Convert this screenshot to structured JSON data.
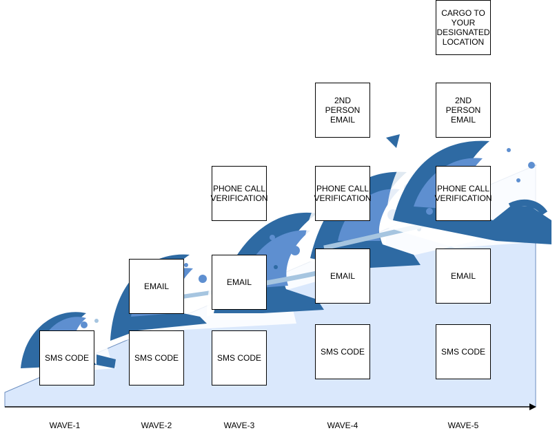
{
  "colors": {
    "ramp_fill": "#dae8fc",
    "wave_dark": "#2e6aa3",
    "wave_mid": "#5e8fd0",
    "wave_light": "#a6c5e0",
    "foam": "#ffffff",
    "axis": "#000000"
  },
  "waves": [
    {
      "label": "WAVE-1",
      "boxes": [
        "SMS CODE"
      ]
    },
    {
      "label": "WAVE-2",
      "boxes": [
        "SMS CODE",
        "EMAIL"
      ]
    },
    {
      "label": "WAVE-3",
      "boxes": [
        "SMS CODE",
        "EMAIL",
        "PHONE CALL VERIFICATION"
      ]
    },
    {
      "label": "WAVE-4",
      "boxes": [
        "SMS CODE",
        "EMAIL",
        "PHONE CALL VERIFICATION",
        "2ND PERSON EMAIL"
      ]
    },
    {
      "label": "WAVE-5",
      "boxes": [
        "SMS CODE",
        "EMAIL",
        "PHONE CALL VERIFICATION",
        "2ND PERSON EMAIL",
        "CARGO TO YOUR DESIGNATED LOCATION"
      ]
    }
  ]
}
